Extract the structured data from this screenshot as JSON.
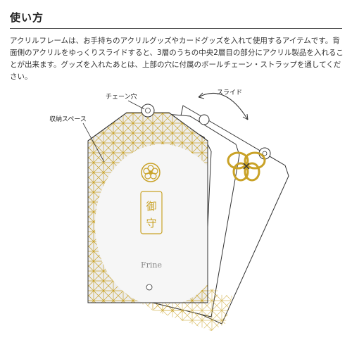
{
  "section": {
    "title": "使い方",
    "description": "アクリルフレームは、お手持ちのアクリルグッズやカードグッズを入れて使用するアイテムです。背面側のアクリルをゆっくりスライドすると、3層のうちの中央2層目の部分にアクリル製品を入れることが出来ます。グッズを入れたあとは、上部の穴に付属のボールチェーン・ストラップを通してください。"
  },
  "illustration": {
    "labels": {
      "chain_hole": "チェーン穴",
      "storage_space": "収納スペース",
      "slide": "スライド"
    },
    "charm_text": "御守",
    "brand": "Frine",
    "colors": {
      "gold": "#c9a227",
      "line": "#333333",
      "panel": "#f2f2f2"
    }
  }
}
